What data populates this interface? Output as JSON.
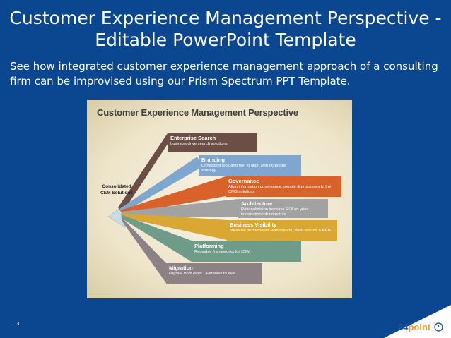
{
  "slide": {
    "title_line1": "Customer Experience Management Perspective -",
    "title_line2": "Editable PowerPoint Template",
    "subtitle": "See how integrated customer experience management approach of a consulting firm can be improvised using our Prism Spectrum PPT Template.",
    "page_number": "3"
  },
  "diagram": {
    "title": "Customer Experience Management Perspective",
    "hub_label": "Consolidated CEM Solutions",
    "cards": [
      {
        "title": "Enterprise Search",
        "desc": "business drive search solutions",
        "color": "#6b4e45"
      },
      {
        "title": "Branding",
        "desc": "Consistent look and feel to align with corporate strategy",
        "color": "#7fa6cf"
      },
      {
        "title": "Governance",
        "desc": "Align information governance, people & processes to the CMS solutions",
        "color": "#d8622a"
      },
      {
        "title": "Architecture",
        "desc": "Rationalization increase ROI on your information infrastructure",
        "color": "#a2a2a2"
      },
      {
        "title": "Business Visibility",
        "desc": "Measure performance with reports, dash-boards & KPIs",
        "color": "#d9a832"
      },
      {
        "title": "Platforming",
        "desc": "Reusable frameworks for CEM",
        "color": "#6f9c88"
      },
      {
        "title": "Migration",
        "desc": "Migrate from older CEM tools to new",
        "color": "#8c8185"
      }
    ]
  },
  "logo": {
    "number": "24",
    "word": "point"
  }
}
